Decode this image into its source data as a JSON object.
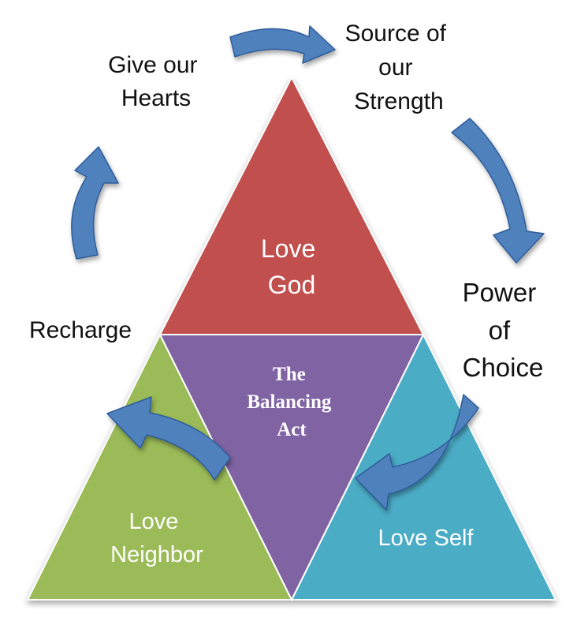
{
  "triangles": {
    "top": {
      "line1": "Love",
      "line2": "God",
      "color": "#C0504D"
    },
    "center": {
      "line1": "The",
      "line2": "Balancing",
      "line3": "Act",
      "color": "#8064A2"
    },
    "left": {
      "line1": "Love",
      "line2": "Neighbor",
      "color": "#9BBB59"
    },
    "right": {
      "line1": "Love Self",
      "color": "#4BACC6"
    }
  },
  "cycle": {
    "give": {
      "line1": "Give our",
      "line2": "Hearts"
    },
    "source": {
      "line1": "Source of",
      "line2": "our",
      "line3": "Strength"
    },
    "power": {
      "line1": "Power",
      "line2": "of",
      "line3": "Choice"
    },
    "recharge": {
      "line1": "Recharge"
    }
  },
  "colors": {
    "arrow": "#4F81BD",
    "arrow_outline": "#2E5C9A"
  }
}
